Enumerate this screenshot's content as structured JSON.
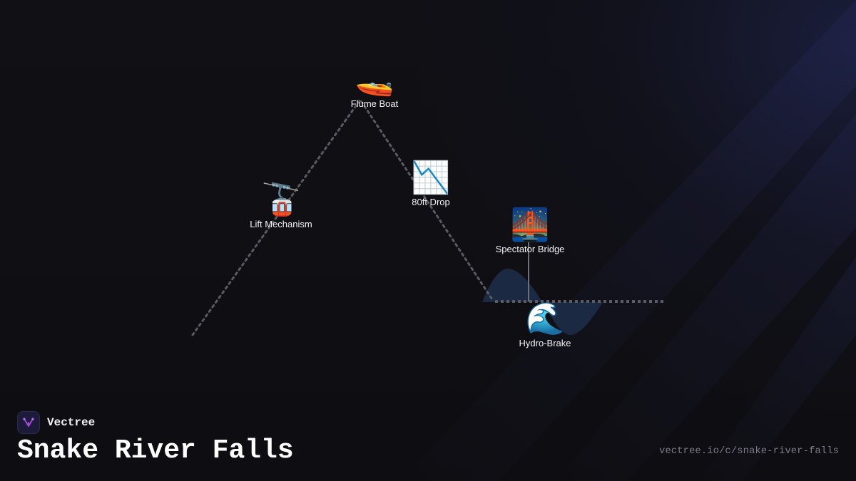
{
  "brand": {
    "name": "Vectree",
    "accent": "#a24bd6"
  },
  "title": "Snake River Falls",
  "url": "vectree.io/c/snake-river-falls",
  "colors": {
    "background": "#0f0f13",
    "path": "#5a5a62",
    "water": "#1c2c44",
    "label": "#f2f2f5"
  },
  "nodes": [
    {
      "id": "flume-boat",
      "emoji": "🚤",
      "label": "Flume Boat"
    },
    {
      "id": "lift-mechanism",
      "emoji": "🚡",
      "label": "Lift Mechanism"
    },
    {
      "id": "drop",
      "emoji": "📉",
      "label": "80ft Drop"
    },
    {
      "id": "spectator-bridge",
      "emoji": "🌉",
      "label": "Spectator Bridge"
    },
    {
      "id": "hydro-brake",
      "emoji": "🌊",
      "label": "Hydro-Brake"
    }
  ]
}
